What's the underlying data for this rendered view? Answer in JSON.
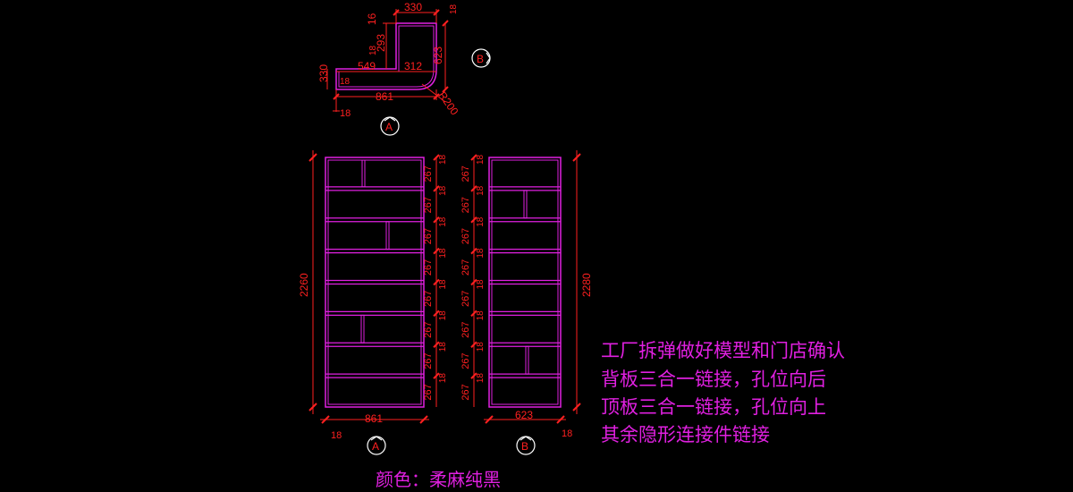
{
  "plan": {
    "dims": [
      "330",
      "16",
      "18",
      "293",
      "18",
      "623",
      "330",
      "549",
      "312",
      "18",
      "861",
      "R200",
      "18"
    ],
    "marker_a": "A",
    "marker_b": "B"
  },
  "elevation_a": {
    "height": "2260",
    "width": "861",
    "offset": "18",
    "shelf_gap": "267",
    "panel": "18",
    "marker": "A"
  },
  "elevation_b": {
    "height": "2280",
    "width": "623",
    "offset": "18",
    "shelf_gap": "267",
    "panel": "18",
    "marker": "B"
  },
  "notes": [
    "工厂拆弹做好模型和门店确认",
    "背板三合一链接，孔位向后",
    "顶板三合一链接，孔位向上",
    "其余隐形连接件链接"
  ],
  "color_note": "颜色：柔麻纯黑",
  "colors": {
    "cabinet": "#e020e0",
    "dimension": "#ff2020",
    "text": "#e020e0",
    "marker": "#ffffff",
    "background": "#000000"
  }
}
